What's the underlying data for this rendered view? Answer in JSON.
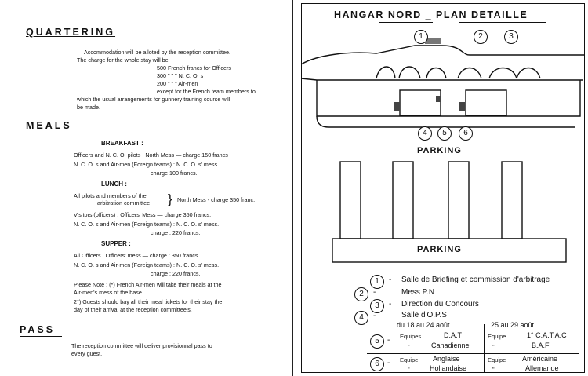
{
  "left": {
    "quartering": {
      "title": "QUARTERING",
      "line1": "Accommodation will be alloted by the reception committee.",
      "line2": "The charge for the whole stay will be",
      "line3": "500 French francs for Officers",
      "line4": "300     \"      \"     \"   N. C. O. s",
      "line5": "200     \"      \"     \"   Air-men",
      "line6": "except for the French team members to",
      "line7": "which the usual arrangements for gunnery training course will",
      "line8": "be made."
    },
    "meals": {
      "title": "MEALS",
      "breakfast": "BREAKFAST :",
      "b1": "Officers and N. C. O. pilots : North Mess — charge 150 francs",
      "b2": "N. C. O. s and Air-men (Foreign teams) : N. C. O. s' mess.",
      "b3": "charge 100 francs.",
      "lunch": "LUNCH :",
      "l1a": "All pilots and members of the",
      "l1b": "arbitration committee",
      "l1c": "North Mess - charge 350 franc.",
      "l2": "Visitors (officers) : Officers' Mess — charge 350 francs.",
      "l3": "N. C. O. s and Air-men (Foreign teams) : N. C. O. s' mess.",
      "l4": "charge : 220 francs.",
      "supper": "SUPPER :",
      "s1": "All Officers : Officers' mess — charge : 350 francs.",
      "s2": "N. C. O. s and Air-men (Foreign teams) : N. C. O. s' mess.",
      "s3": "charge : 220 francs.",
      "n1": "Please Note : (*) French Air-men will take their meals at the",
      "n2": "Air-men's mess of the base.",
      "n3": "2°) Guests should bay all their meal tickets for their stay the",
      "n4": "day of their arrival at the reception committee's."
    },
    "pass": {
      "title": "PASS",
      "p1": "The reception committee will deliver provisionnal pass to",
      "p2": "every guest."
    }
  },
  "right": {
    "title": "HANGAR NORD _ PLAN DETAILLE",
    "num1": "1",
    "num2": "2",
    "num3": "3",
    "num4": "4",
    "num5": "5",
    "num6": "6",
    "parking_top": "PARKING",
    "parking_bottom": "PARKING",
    "legend": {
      "l1": "Salle de Briefing et commission d'arbitrage",
      "l2": "Mess P.N",
      "l3": "Direction du Concours",
      "l4": "Salle d'O.P.S",
      "dates_left": "du 18 au 24 août",
      "dates_right": "25 au 29 août",
      "equipes": "Equipes",
      "dat": "D.A.T",
      "equipe": "Equipe",
      "catac": "1° C.A.T.A.C",
      "canadienne": "Canadienne",
      "baf": "B.A.F",
      "equipe6": "Equipe",
      "anglaise": "Anglaise",
      "equipe6b": "Equipe",
      "americaine": "Américaine",
      "hollandaise": "Hollandaise",
      "allemande": "Allemande",
      "ditto": "\""
    }
  }
}
